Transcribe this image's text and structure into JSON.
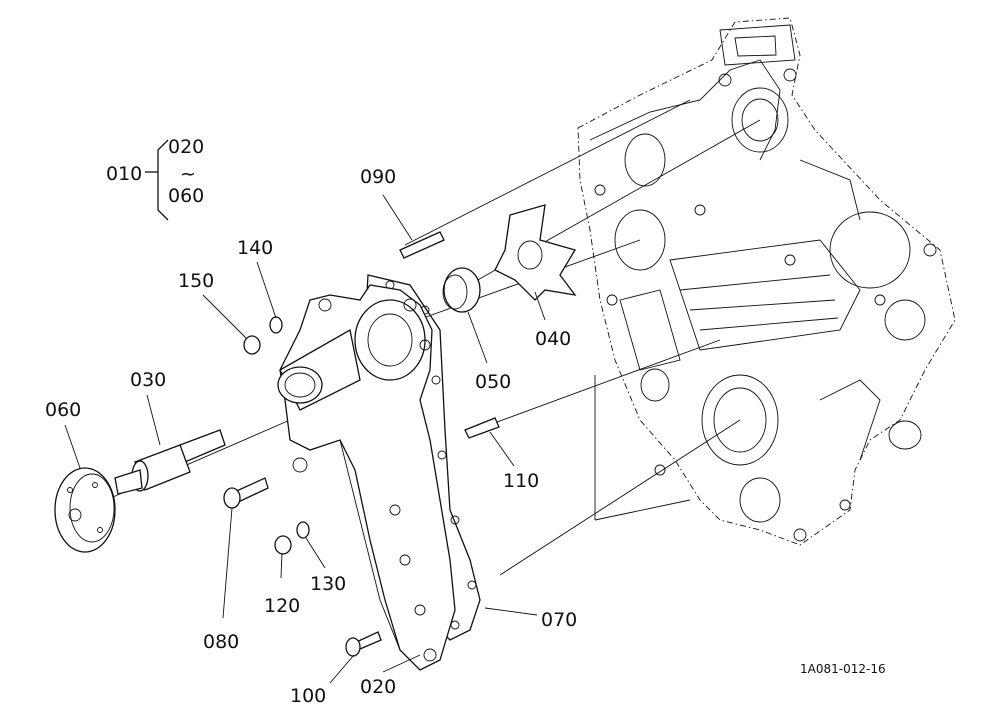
{
  "labels": {
    "p010": "010",
    "p020a": "020",
    "tilde": "~",
    "p060a": "060",
    "p090": "090",
    "p140": "140",
    "p150": "150",
    "p030": "030",
    "p060": "060",
    "p040": "040",
    "p050": "050",
    "p110": "110",
    "p080": "080",
    "p120": "120",
    "p130": "130",
    "p070": "070",
    "p100": "100",
    "p020": "020"
  },
  "reference_code": "1A081-012-16"
}
